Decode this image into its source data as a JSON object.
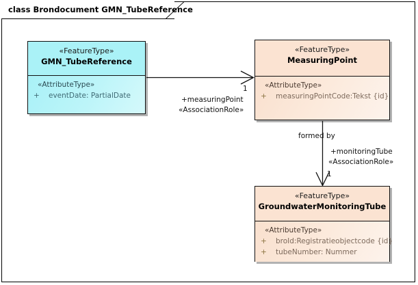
{
  "diagram": {
    "title": "class Brondocument GMN_TubeReference",
    "background": "#ffffff",
    "frame_color": "#000000"
  },
  "colors": {
    "cyan_header": "#aaf2f7",
    "cyan_body": "#bdf5f9",
    "peach_header": "#fbe3d2",
    "peach_body": "#fceadc",
    "border": "#101010",
    "text": "#000000"
  },
  "classes": [
    {
      "id": "gmn-tube-reference",
      "stereotype": "«FeatureType»",
      "name": "GMN_TubeReference",
      "attr_stereotype": "«AttributeType»",
      "attributes": [
        {
          "visibility": "+",
          "text": "eventDate: PartialDate"
        }
      ]
    },
    {
      "id": "measuring-point",
      "stereotype": "«FeatureType»",
      "name": "MeasuringPoint",
      "attr_stereotype": "«AttributeType»",
      "attributes": [
        {
          "visibility": "+",
          "text": "measuringPointCode:Tekst {id}"
        }
      ]
    },
    {
      "id": "groundwater-monitoring-tube",
      "stereotype": "«FeatureType»",
      "name": "GroundwaterMonitoringTube",
      "attr_stereotype": "«AttributeType»",
      "attributes": [
        {
          "visibility": "+",
          "text": "broId:Registratieobjectcode {id}"
        },
        {
          "visibility": "+",
          "text": "tubeNumber: Nummer"
        }
      ]
    }
  ],
  "associations": [
    {
      "id": "tubereference-to-measuringpoint",
      "source": "GMN_TubeReference",
      "target": "MeasuringPoint",
      "multiplicity": "1",
      "role": "+measuringPoint",
      "role_stereotype": "«AssociationRole»",
      "name": ""
    },
    {
      "id": "measuringpoint-to-monitoringtube",
      "source": "MeasuringPoint",
      "target": "GroundwaterMonitoringTube",
      "name": "formed by",
      "role": "+monitoringTube",
      "role_stereotype": "«AssociationRole»",
      "multiplicity": "1"
    }
  ]
}
